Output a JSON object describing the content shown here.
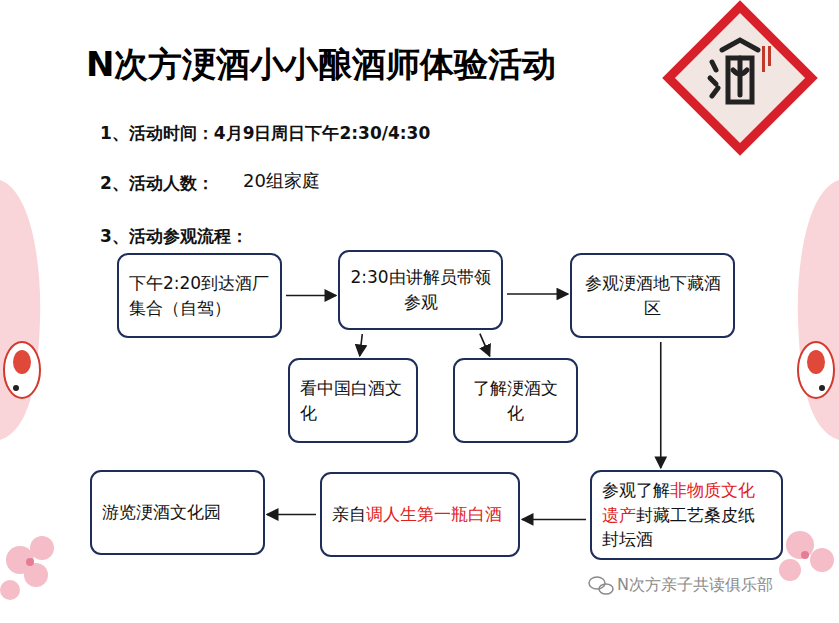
{
  "diagram": {
    "title": "N次方浭酒小小酿酒师体验活动",
    "nodes": [
      {
        "text": [
          "下午2:20到达酒厂集合（自驾）"
        ]
      },
      {
        "text": [
          "2:30由讲解员带领参观"
        ]
      },
      {
        "text": [
          "参观浭酒地下藏酒区"
        ]
      },
      {
        "text": [
          "看中国白酒文化"
        ]
      },
      {
        "text": [
          "了解浭酒文化"
        ]
      },
      {
        "text": [
          "参观了解",
          "非物质文化遗产",
          "封藏工艺桑皮纸封坛酒"
        ]
      },
      {
        "text": [
          "亲自",
          "调人生第一瓶白酒"
        ]
      },
      {
        "text": [
          "游览浭酒文化园"
        ]
      }
    ],
    "edges": [
      {
        "from": 0,
        "to": 1,
        "arrow": "to"
      },
      {
        "from": 1,
        "to": 2,
        "arrow": "to"
      },
      {
        "from": 1,
        "to": 3,
        "arrow": "to"
      },
      {
        "from": 1,
        "to": 4,
        "arrow": "to"
      },
      {
        "from": 2,
        "to": 5,
        "arrow": "to"
      },
      {
        "from": 5,
        "to": 6,
        "arrow": "to"
      },
      {
        "from": 6,
        "to": 7,
        "arrow": "to"
      }
    ],
    "labels": [
      "1、活动时间：4月9日周日下午2:30/4:30",
      "2、活动人数：",
      "20组家庭",
      "3、活动参观流程：",
      "N次方亲子共读俱乐部"
    ]
  }
}
